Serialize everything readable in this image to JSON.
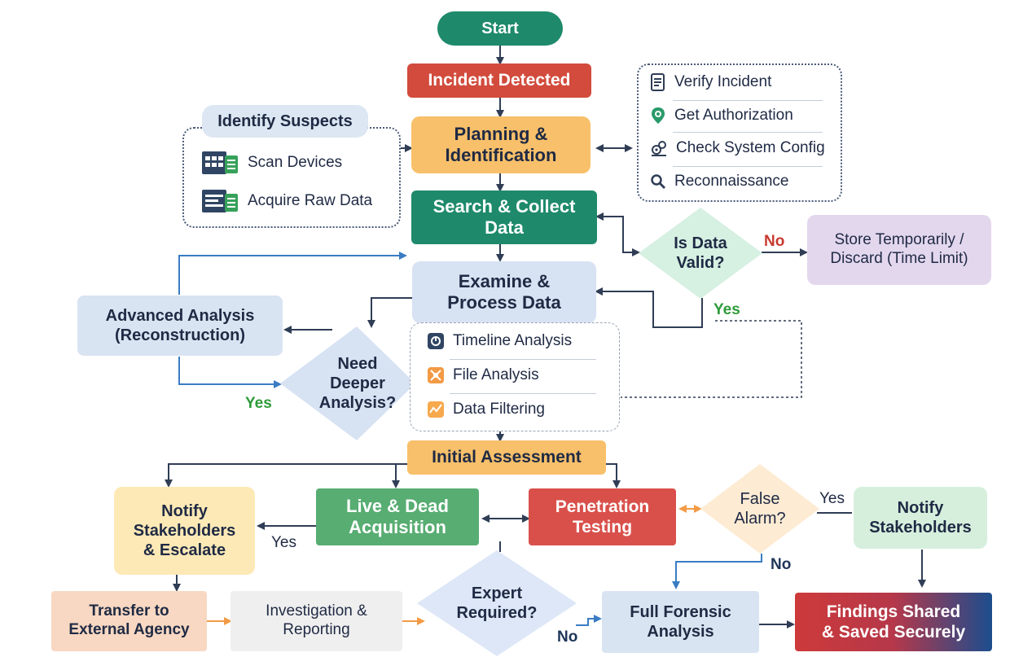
{
  "nodes": {
    "start": "Start",
    "incident_detected": "Incident Detected",
    "planning": "Planning &\nIdentification",
    "search_collect": "Search & Collect\nData",
    "examine": "Examine &\nProcess Data",
    "advanced_analysis": "Advanced Analysis\n(Reconstruction)",
    "store_temp": "Store Temporarily /\nDiscard (Time Limit)",
    "initial_assessment": "Initial Assessment",
    "notify_escalate": "Notify\nStakeholders\n& Escalate",
    "live_dead": "Live & Dead\nAcquisition",
    "penetration": "Penetration\nTesting",
    "notify_stakeholders": "Notify\nStakeholders",
    "transfer": "Transfer to\nExternal Agency",
    "investigation": "Investigation &\nReporting",
    "full_forensic": "Full Forensic\nAnalysis",
    "findings": "Findings Shared\n& Saved Securely"
  },
  "decisions": {
    "data_valid": "Is Data\nValid?",
    "deeper": "Need\nDeeper\nAnalysis?",
    "false_alarm": "False\nAlarm?",
    "expert": "Expert\nRequired?"
  },
  "labels": {
    "data_valid_no": "No",
    "data_valid_yes": "Yes",
    "deeper_yes": "Yes",
    "notify_yes": "Yes",
    "false_alarm_yes": "Yes",
    "false_alarm_no": "No",
    "expert_no": "No"
  },
  "suspects_panel": {
    "title": "Identify Suspects",
    "items": [
      {
        "label": "Scan Devices",
        "icon": "device-scan-icon"
      },
      {
        "label": "Acquire Raw Data",
        "icon": "raw-data-icon"
      }
    ]
  },
  "verify_panel": {
    "items": [
      {
        "label": "Verify Incident",
        "icon": "document-icon"
      },
      {
        "label": "Get Authorization",
        "icon": "shield-check-icon"
      },
      {
        "label": "Check System Config",
        "icon": "config-gears-icon"
      },
      {
        "label": "Reconnaissance",
        "icon": "search-icon"
      }
    ]
  },
  "analysis_panel": {
    "items": [
      {
        "label": "Timeline Analysis",
        "icon": "timeline-icon"
      },
      {
        "label": "File Analysis",
        "icon": "file-analysis-icon"
      },
      {
        "label": "Data Filtering",
        "icon": "data-filter-icon"
      }
    ]
  },
  "colors": {
    "start": "#1e8a6b",
    "incident": "#d24b3c",
    "planning": "#f8c06a",
    "search": "#1e8a6b",
    "examine": "#d7e2f3",
    "advanced": "#d9e4f2",
    "store": "#e3d7ee",
    "valid_diamond": "#d6f0e2",
    "assessment": "#f8c06a",
    "notify_escalate": "#fde9b6",
    "live_dead": "#58ad72",
    "penetration": "#d9504b",
    "false_alarm": "#fdebd3",
    "notify": "#d6efdd",
    "transfer": "#f8d8c2",
    "investigation": "#efefef",
    "expert": "#dde7f7",
    "forensic": "#d9e4f2",
    "findings_start": "#cd3a3a",
    "findings_end": "#1c4d8e",
    "line": "#2f3d55",
    "line_blue": "#3a7cc4",
    "line_orange": "#f39a45",
    "yes_green": "#2e9b3a",
    "no_red": "#c83a2f",
    "no_navy": "#1f3558"
  }
}
